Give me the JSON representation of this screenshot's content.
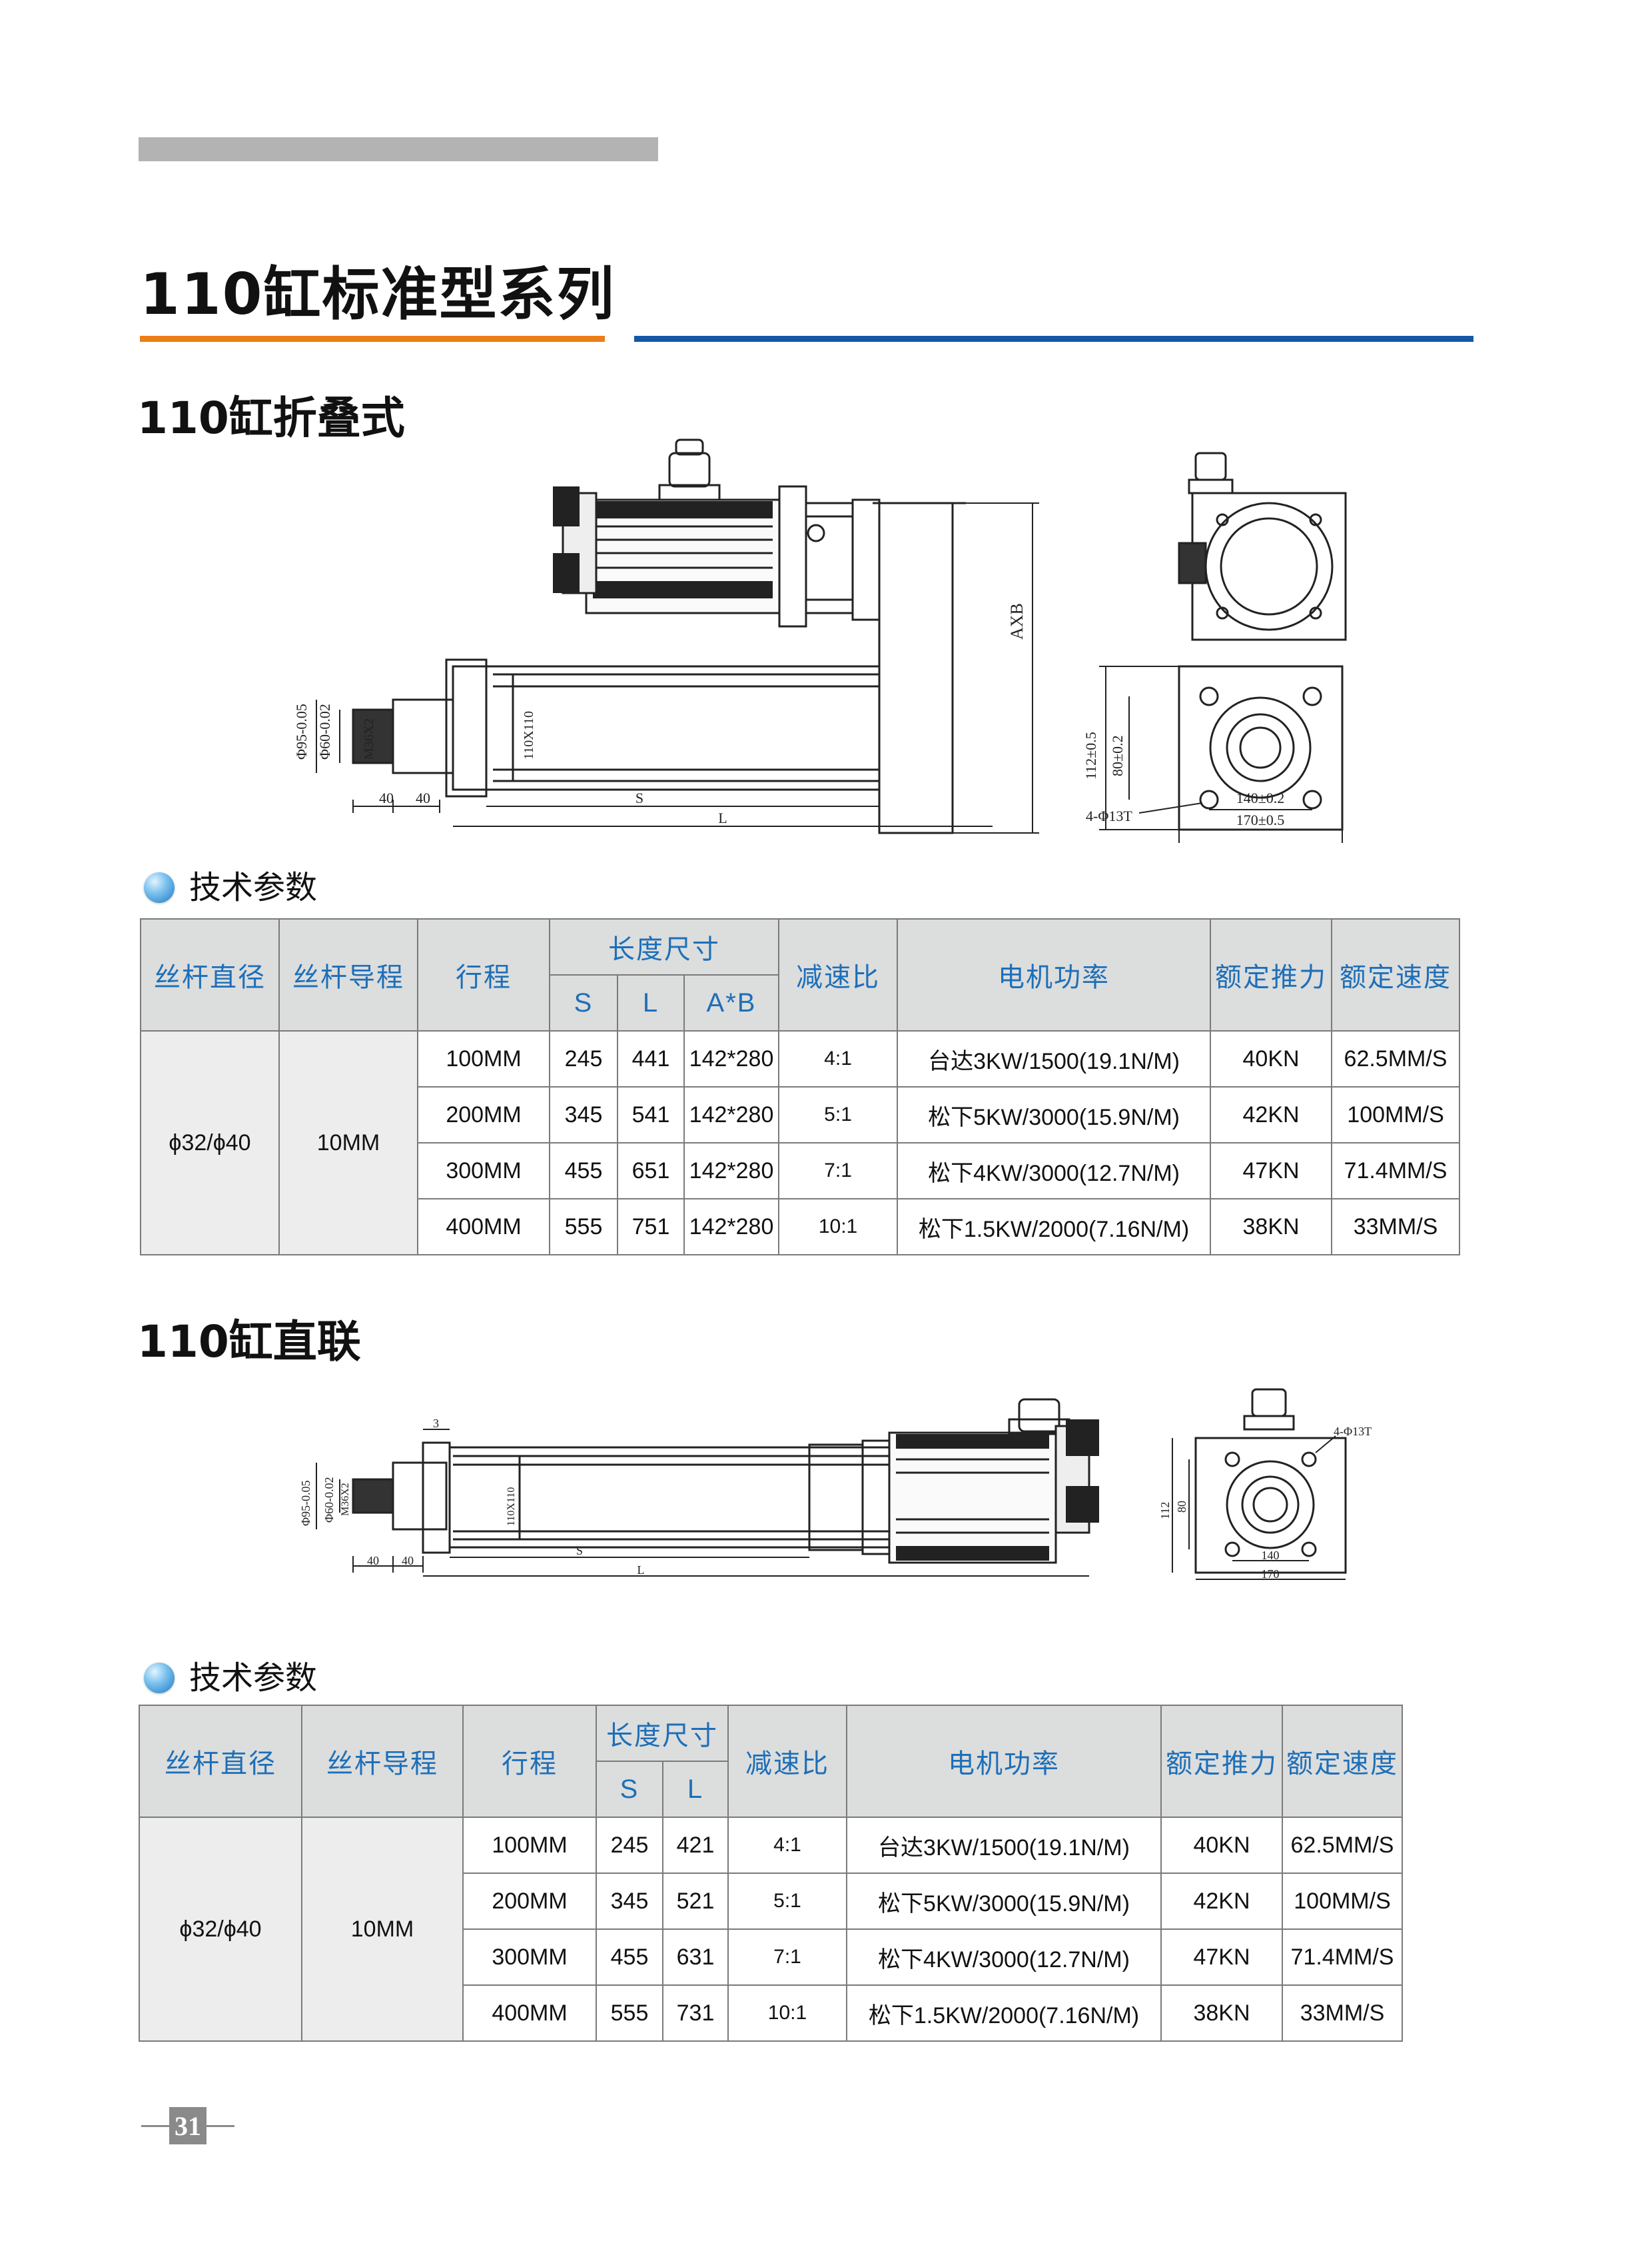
{
  "page": {
    "main_title": "110缸标准型系列",
    "page_number": "31"
  },
  "section1": {
    "title": "110缸折叠式",
    "params_heading": "技术参数",
    "drawing_labels": {
      "axb": "AXB",
      "dia95": "Φ95-0.05",
      "dia60": "Φ60-0.02",
      "m36": "M36X2",
      "tube": "110X110",
      "d40a": "40",
      "d40b": "40",
      "s": "S",
      "l": "L",
      "d112": "112±0.5",
      "d80": "80±0.2",
      "d140": "140±0.2",
      "d170": "170±0.5",
      "holes": "4-Φ13T"
    },
    "table": {
      "headers": {
        "screw_dia": "丝杆直径",
        "screw_lead": "丝杆导程",
        "stroke": "行程",
        "length": "长度尺寸",
        "s": "S",
        "l": "L",
        "axb": "A*B",
        "ratio": "减速比",
        "motor": "电机功率",
        "thrust": "额定推力",
        "speed": "额定速度"
      },
      "screw_dia": "ϕ32/ϕ40",
      "screw_lead": "10MM",
      "rows": [
        {
          "stroke": "100MM",
          "s": "245",
          "l": "441",
          "axb": "142*280",
          "ratio": "4:1",
          "motor": "台达3KW/1500(19.1N/M)",
          "thrust": "40KN",
          "speed": "62.5MM/S"
        },
        {
          "stroke": "200MM",
          "s": "345",
          "l": "541",
          "axb": "142*280",
          "ratio": "5:1",
          "motor": "松下5KW/3000(15.9N/M)",
          "thrust": "42KN",
          "speed": "100MM/S"
        },
        {
          "stroke": "300MM",
          "s": "455",
          "l": "651",
          "axb": "142*280",
          "ratio": "7:1",
          "motor": "松下4KW/3000(12.7N/M)",
          "thrust": "47KN",
          "speed": "71.4MM/S"
        },
        {
          "stroke": "400MM",
          "s": "555",
          "l": "751",
          "axb": "142*280",
          "ratio": "10:1",
          "motor": "松下1.5KW/2000(7.16N/M)",
          "thrust": "38KN",
          "speed": "33MM/S"
        }
      ]
    }
  },
  "section2": {
    "title": "110缸直联",
    "params_heading": "技术参数",
    "drawing_labels": {
      "d3": "3",
      "dia95": "Φ95-0.05",
      "dia60": "Φ60-0.02",
      "m36": "M36X2",
      "tube": "110X110",
      "d40a": "40",
      "d40b": "40",
      "s": "S",
      "l": "L",
      "d112": "112",
      "d80": "80",
      "d140": "140",
      "d170": "170",
      "holes": "4-Φ13T"
    },
    "table": {
      "headers": {
        "screw_dia": "丝杆直径",
        "screw_lead": "丝杆导程",
        "stroke": "行程",
        "length": "长度尺寸",
        "s": "S",
        "l": "L",
        "ratio": "减速比",
        "motor": "电机功率",
        "thrust": "额定推力",
        "speed": "额定速度"
      },
      "screw_dia": "ϕ32/ϕ40",
      "screw_lead": "10MM",
      "rows": [
        {
          "stroke": "100MM",
          "s": "245",
          "l": "421",
          "ratio": "4:1",
          "motor": "台达3KW/1500(19.1N/M)",
          "thrust": "40KN",
          "speed": "62.5MM/S"
        },
        {
          "stroke": "200MM",
          "s": "345",
          "l": "521",
          "ratio": "5:1",
          "motor": "松下5KW/3000(15.9N/M)",
          "thrust": "42KN",
          "speed": "100MM/S"
        },
        {
          "stroke": "300MM",
          "s": "455",
          "l": "631",
          "ratio": "7:1",
          "motor": "松下4KW/3000(12.7N/M)",
          "thrust": "47KN",
          "speed": "71.4MM/S"
        },
        {
          "stroke": "400MM",
          "s": "555",
          "l": "731",
          "ratio": "10:1",
          "motor": "松下1.5KW/2000(7.16N/M)",
          "thrust": "38KN",
          "speed": "33MM/S"
        }
      ]
    }
  }
}
